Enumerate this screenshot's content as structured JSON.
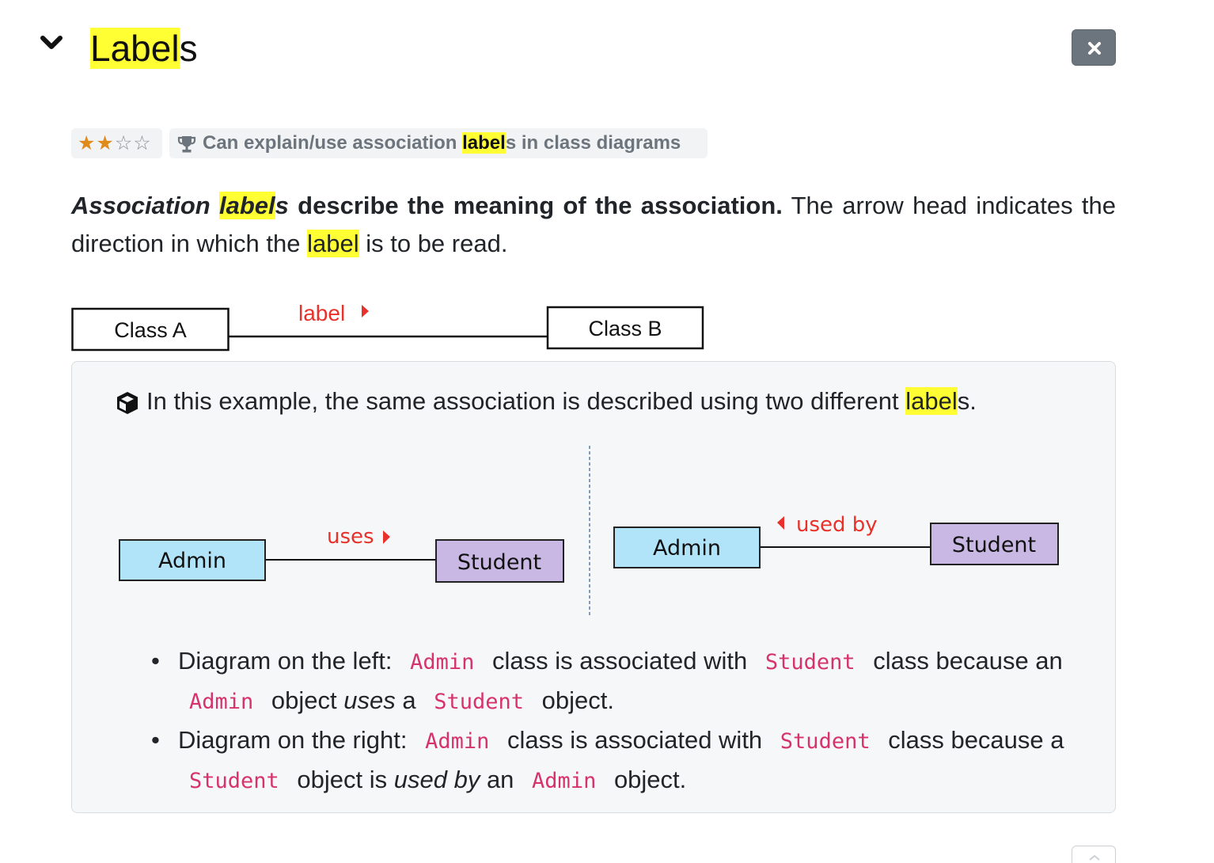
{
  "header": {
    "title_highlight": "Label",
    "title_rest": "s",
    "collapse_icon": "chevron-down-icon",
    "close_icon": "close-icon"
  },
  "badges": {
    "stars_filled": "★★",
    "stars_empty": "☆☆",
    "rating": 2,
    "rating_max": 4,
    "trophy_icon": "trophy-icon",
    "outcome_prefix": "Can explain/use association ",
    "outcome_highlight": "label",
    "outcome_suffix": "s in class diagrams"
  },
  "intro": {
    "bold_italic_a": "Association ",
    "bold_italic_hl": "label",
    "bold_italic_b": "s",
    "bold_rest": " describe the meaning of the association.",
    "text_a": " The arrow head indicates the direction in which the ",
    "text_hl": "label",
    "text_b": " is to be read."
  },
  "diagram_top": {
    "class_a": "Class A",
    "class_b": "Class B",
    "label": "label"
  },
  "example": {
    "icon": "cube-icon",
    "text_a": "In this example, the same association is described using two different ",
    "text_hl": "label",
    "text_b": "s.",
    "left": {
      "source": "Admin",
      "target": "Student",
      "label": "uses"
    },
    "right": {
      "source": "Admin",
      "target": "Student",
      "label": "used by"
    },
    "bullets": [
      {
        "t1": "Diagram on the left: ",
        "c1": "Admin",
        "t2": " class is associated with ",
        "c2": "Student",
        "t3": " class because an ",
        "c3": "Admin",
        "t4": " object ",
        "em": "uses",
        "t5": " a ",
        "c4": "Student",
        "t6": " object."
      },
      {
        "t1": "Diagram on the right: ",
        "c1": "Admin",
        "t2": " class is associated with ",
        "c2": "Student",
        "t3": " class because a ",
        "c3": "Student",
        "t4": " object is ",
        "em": "used by",
        "t5": " an ",
        "c4": "Admin",
        "t6": " object."
      }
    ]
  },
  "colors": {
    "highlight": "#ffff33",
    "label_red": "#e8312a",
    "admin_fill": "#b1e4f8",
    "student_fill": "#c9b8e4",
    "code_pink": "#d6336c",
    "star": "#e08a1c",
    "close_button": "#6c757d"
  }
}
